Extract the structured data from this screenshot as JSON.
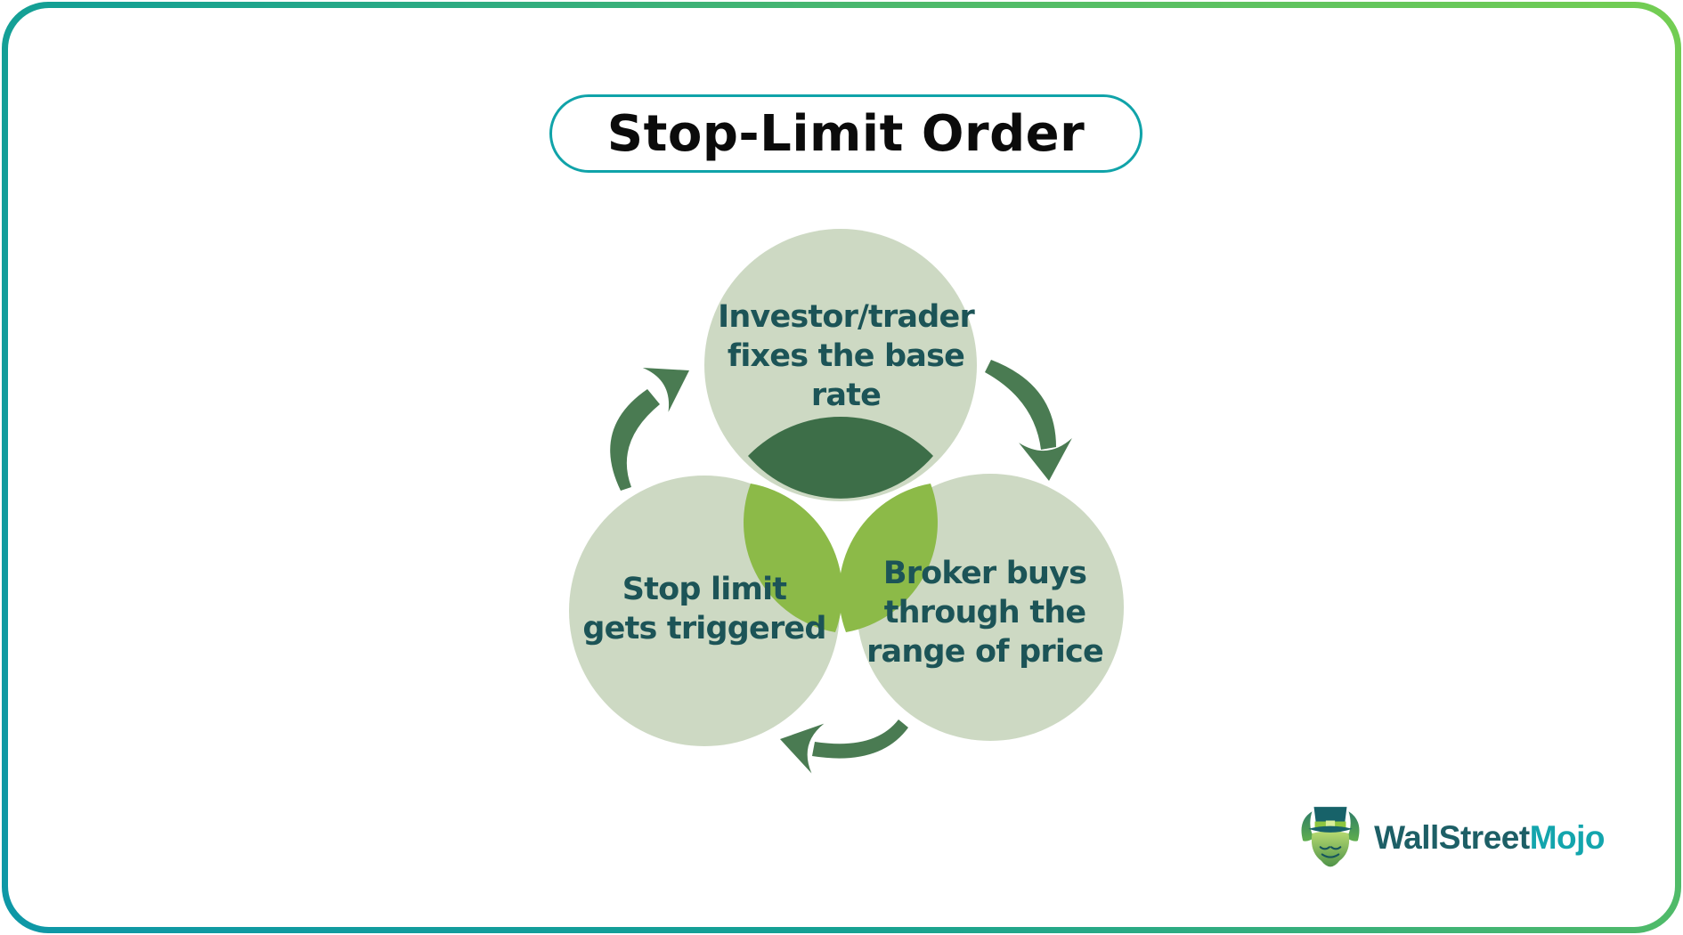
{
  "title": "Stop-Limit Order",
  "diagram": {
    "steps": [
      {
        "id": "step-top",
        "label": "Investor/trader\nfixes the base\nrate"
      },
      {
        "id": "step-right",
        "label": "Broker buys\nthrough the\nrange of price"
      },
      {
        "id": "step-left",
        "label": "Stop limit\ngets triggered"
      }
    ]
  },
  "branding": {
    "brand_primary": "WallStreet",
    "brand_accent": "Mojo"
  },
  "colors": {
    "circle_fill": "#cdd9c3",
    "junction_dark_leaf": "#3d6e48",
    "junction_light_leaf": "#8cba48",
    "arrow": "#4a7b52",
    "step_text": "#1c5457",
    "title_text": "#0b0b0b",
    "title_border": "#10a3a9",
    "frame_gradient_start": "#0e97a7",
    "frame_gradient_end": "#74ce52",
    "brand_primary_color": "#1d5f66",
    "brand_accent_color": "#13a5ad"
  },
  "icons": [
    "cycle-arrow-up-icon",
    "cycle-arrow-down-icon",
    "cycle-arrow-left-icon",
    "wallstreetmojo-mascot-icon"
  ]
}
